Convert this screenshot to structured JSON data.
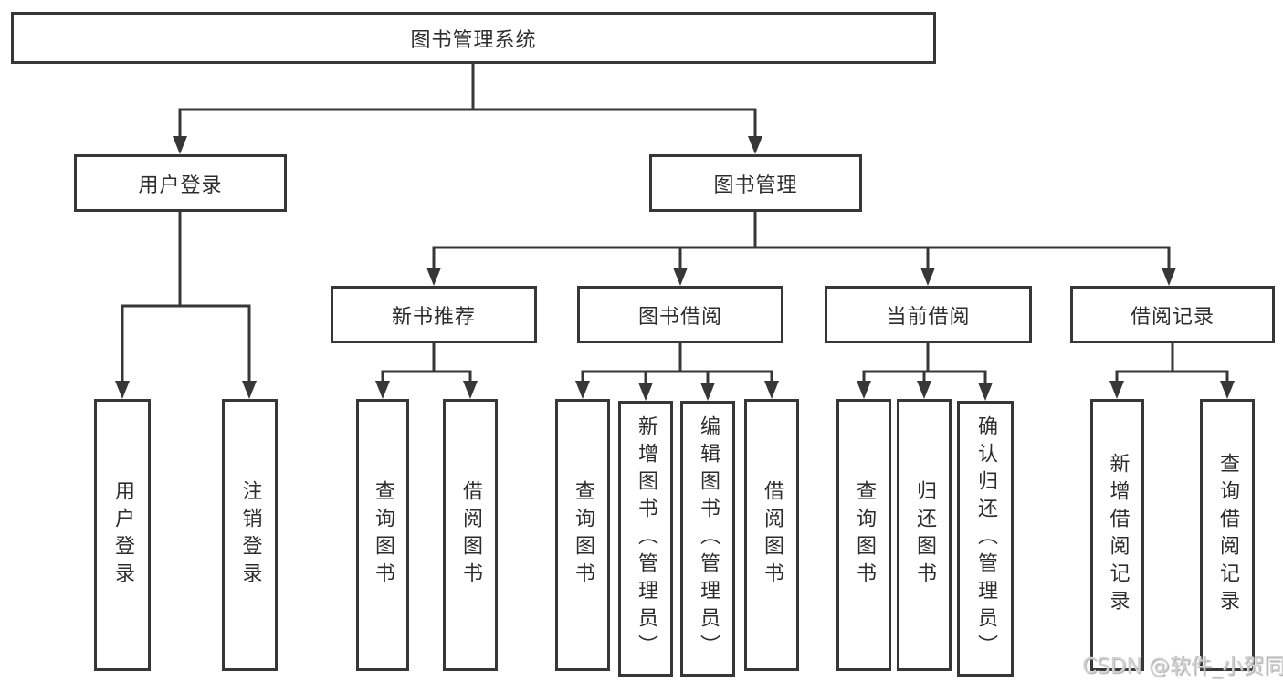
{
  "diagram": {
    "root": {
      "label": "图书管理系统"
    },
    "branches": [
      {
        "label": "用户登录",
        "children": [
          {
            "label": "用户登录"
          },
          {
            "label": "注销登录"
          }
        ]
      },
      {
        "label": "图书管理",
        "children": [
          {
            "label": "新书推荐",
            "children": [
              {
                "label": "查询图书"
              },
              {
                "label": "借阅图书"
              }
            ]
          },
          {
            "label": "图书借阅",
            "children": [
              {
                "label": "查询图书"
              },
              {
                "label": "新增图书（管理员）"
              },
              {
                "label": "编辑图书（管理员）"
              },
              {
                "label": "借阅图书"
              }
            ]
          },
          {
            "label": "当前借阅",
            "children": [
              {
                "label": "查询图书"
              },
              {
                "label": "归还图书"
              },
              {
                "label": "确认归还（管理员）"
              }
            ]
          },
          {
            "label": "借阅记录",
            "children": [
              {
                "label": "新增借阅记录"
              },
              {
                "label": "查询借阅记录"
              }
            ]
          }
        ]
      }
    ]
  },
  "colors": {
    "line": "#373737",
    "text": "#2d2d2d",
    "background": "#ffffff",
    "watermark": "#d2d2d2"
  },
  "watermark": {
    "text": "CSDN @软件_小贺同学"
  }
}
